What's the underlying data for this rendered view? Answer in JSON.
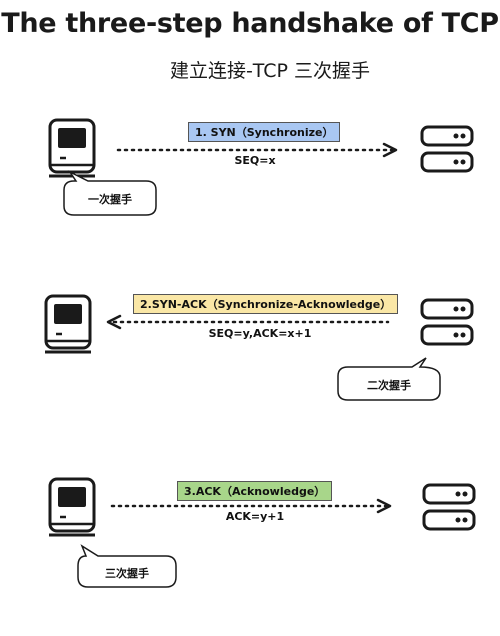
{
  "title": "The three-step handshake of TCP",
  "subtitle": "建立连接-TCP 三次握手",
  "colors": {
    "step1": "#a9c7f2",
    "step2": "#fae7a6",
    "step3": "#a8d68a",
    "stroke": "#1a1a1a"
  },
  "steps": [
    {
      "label": "1. SYN（Synchronize）",
      "detail": "SEQ=x",
      "bubble": "一次握手",
      "direction": "client-to-server"
    },
    {
      "label": "2.SYN-ACK（Synchronize-Acknowledge）",
      "detail": "SEQ=y,ACK=x+1",
      "bubble": "二次握手",
      "direction": "server-to-client"
    },
    {
      "label": "3.ACK（Acknowledge）",
      "detail": "ACK=y+1",
      "bubble": "三次握手",
      "direction": "client-to-server"
    }
  ],
  "icons": {
    "client": "computer-icon",
    "server": "server-icon"
  }
}
